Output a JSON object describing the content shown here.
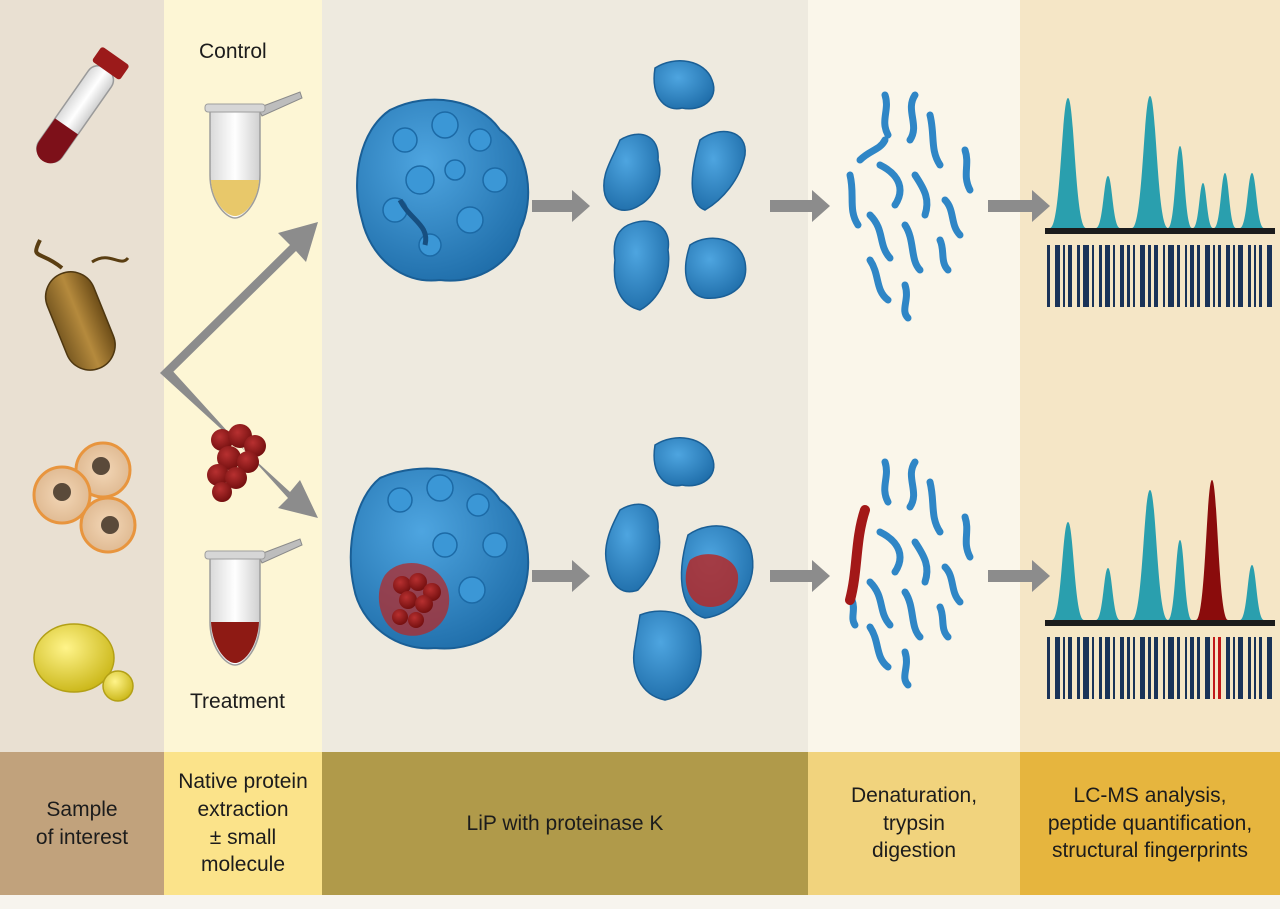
{
  "labels": {
    "control": "Control",
    "treatment": "Treatment"
  },
  "footer": {
    "sample": "Sample\nof interest",
    "extraction": "Native protein\nextraction\n± small\nmolecule",
    "lip": "LiP with proteinase K",
    "digestion": "Denaturation,\ntrypsin\ndigestion",
    "lcms": "LC-MS analysis,\npeptide quantification,\nstructural fingerprints"
  },
  "colors": {
    "protein": "#2f86c6",
    "protein_dark": "#1f6aa3",
    "ligand": "#8e1212",
    "peak": "#2a9fae",
    "peak_highlight": "#8a0c0c",
    "barcode": "#1a3358",
    "arrow": "#8c8c8c"
  }
}
